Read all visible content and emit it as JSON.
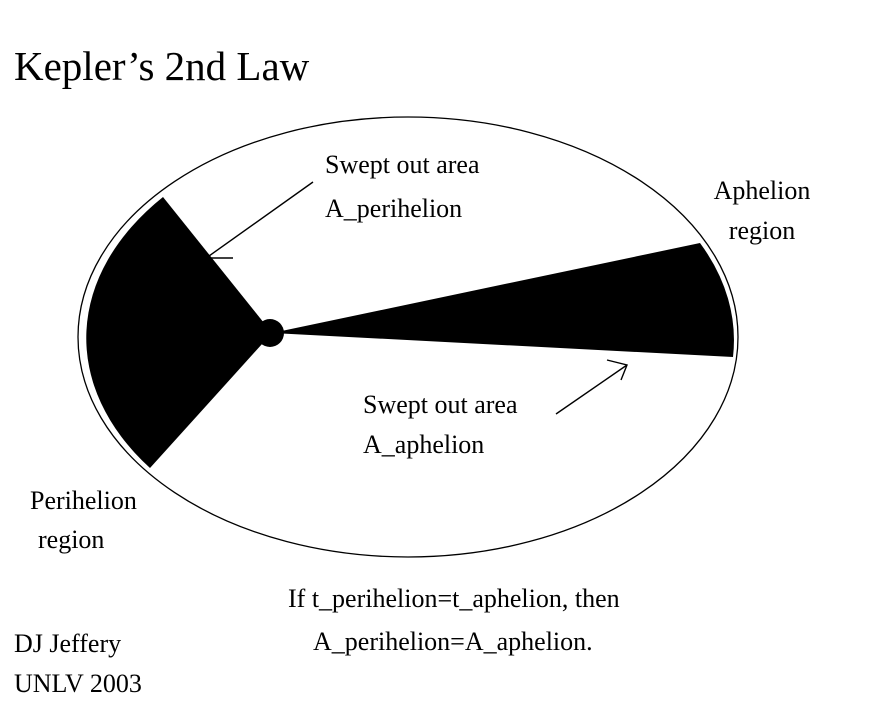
{
  "title": "Kepler’s 2nd Law",
  "diagram": {
    "swept_perihelion": {
      "line1": "Swept out area",
      "line2": "A_perihelion"
    },
    "aphelion_region": {
      "line1": "Aphelion",
      "line2": "region"
    },
    "swept_aphelion": {
      "line1": "Swept out area",
      "line2": "A_aphelion"
    },
    "perihelion_region": {
      "line1": "Perihelion",
      "line2": "region"
    }
  },
  "caption": {
    "line1": "If t_perihelion=t_aphelion, then",
    "line2": "A_perihelion=A_aphelion."
  },
  "credit": {
    "line1": "DJ Jeffery",
    "line2": "UNLV 2003"
  },
  "colors": {
    "background": "#ffffff",
    "ink": "#000000"
  }
}
